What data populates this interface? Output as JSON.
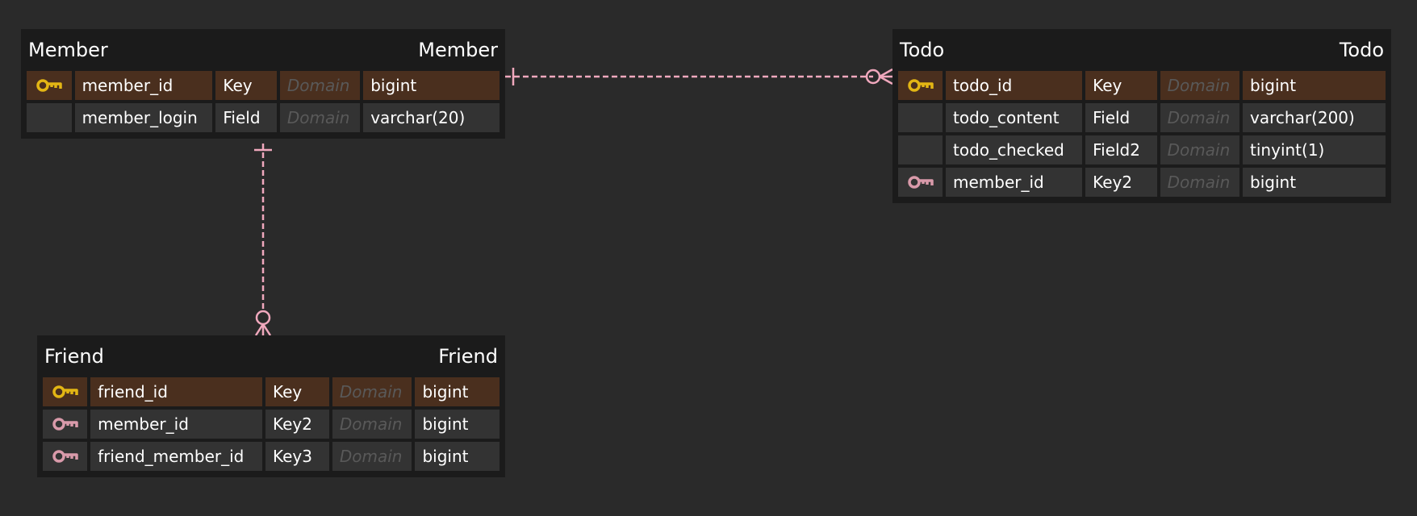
{
  "colors": {
    "background": "#2a2a2a",
    "table_bg": "#1b1b1b",
    "cell_bg": "#333333",
    "pk_row_bg": "#4a2f1e",
    "pk_icon": "#e3b614",
    "fk_icon": "#d99aaa",
    "relation_line": "#f0a8bd",
    "domain_text": "#595959"
  },
  "tables": {
    "member": {
      "name": "Member",
      "alias": "Member",
      "columns": [
        {
          "icon": "primary-key-icon",
          "name": "member_id",
          "key": "Key",
          "domain": "Domain",
          "type": "bigint"
        },
        {
          "icon": "",
          "name": "member_login",
          "key": "Field",
          "domain": "Domain",
          "type": "varchar(20)"
        }
      ]
    },
    "todo": {
      "name": "Todo",
      "alias": "Todo",
      "columns": [
        {
          "icon": "primary-key-icon",
          "name": "todo_id",
          "key": "Key",
          "domain": "Domain",
          "type": "bigint"
        },
        {
          "icon": "",
          "name": "todo_content",
          "key": "Field",
          "domain": "Domain",
          "type": "varchar(200)"
        },
        {
          "icon": "",
          "name": "todo_checked",
          "key": "Field2",
          "domain": "Domain",
          "type": "tinyint(1)"
        },
        {
          "icon": "foreign-key-icon",
          "name": "member_id",
          "key": "Key2",
          "domain": "Domain",
          "type": "bigint"
        }
      ]
    },
    "friend": {
      "name": "Friend",
      "alias": "Friend",
      "columns": [
        {
          "icon": "primary-key-icon",
          "name": "friend_id",
          "key": "Key",
          "domain": "Domain",
          "type": "bigint"
        },
        {
          "icon": "foreign-key-icon",
          "name": "member_id",
          "key": "Key2",
          "domain": "Domain",
          "type": "bigint"
        },
        {
          "icon": "foreign-key-icon",
          "name": "friend_member_id",
          "key": "Key3",
          "domain": "Domain",
          "type": "bigint"
        }
      ]
    }
  },
  "relationships": [
    {
      "from": "member",
      "to": "todo",
      "from_cardinality": "one",
      "to_cardinality": "zero-or-many"
    },
    {
      "from": "member",
      "to": "friend",
      "from_cardinality": "one",
      "to_cardinality": "zero-or-many"
    }
  ]
}
